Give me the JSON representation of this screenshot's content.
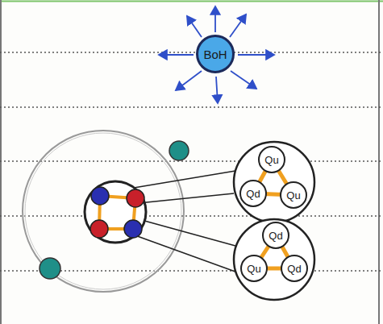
{
  "diagram": {
    "nodes": [
      {
        "text": [
          "BoH"
        ]
      },
      {
        "text": [
          "Qu"
        ]
      },
      {
        "text": [
          "Qd"
        ]
      },
      {
        "text": [
          "Qu"
        ]
      },
      {
        "text": [
          "Qd"
        ]
      },
      {
        "text": [
          "Qu"
        ]
      },
      {
        "text": [
          "Qd"
        ]
      }
    ]
  }
}
